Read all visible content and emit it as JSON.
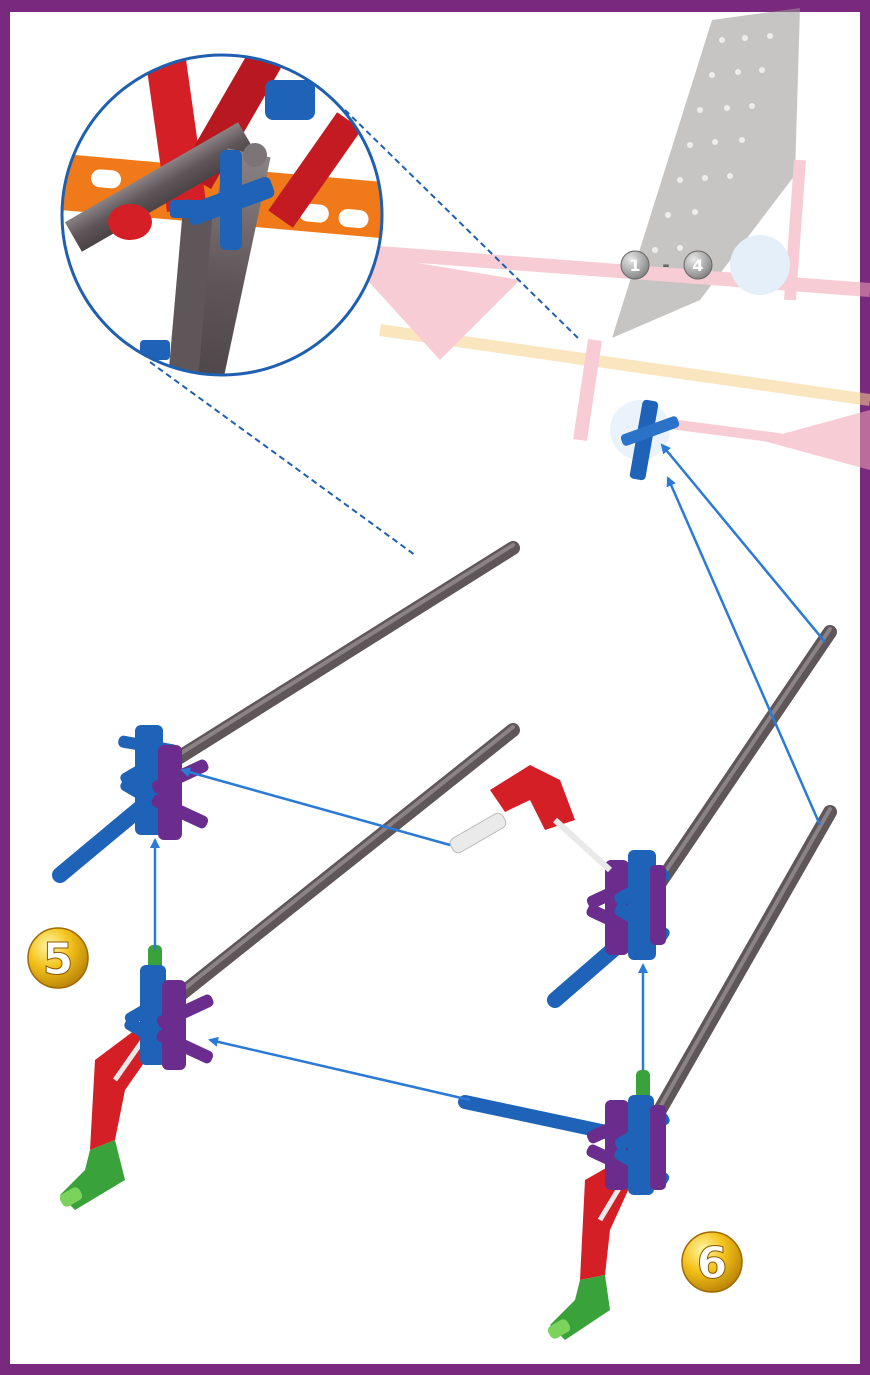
{
  "step_badges": {
    "step_5": "5",
    "step_6": "6",
    "ref_start": "1",
    "ref_separator": "-",
    "ref_end": "4"
  },
  "colors": {
    "border": "#7a2a7e",
    "page": "#ffffff",
    "rod_gray": "#6c6466",
    "connector_blue": "#1e63b8",
    "connector_purple": "#6a2d8e",
    "connector_red": "#d41f26",
    "connector_green": "#3aa23a",
    "rod_orange": "#f07a1a",
    "arrow_blue": "#2a7ad6",
    "badge_yellow": "#f3c21a"
  }
}
